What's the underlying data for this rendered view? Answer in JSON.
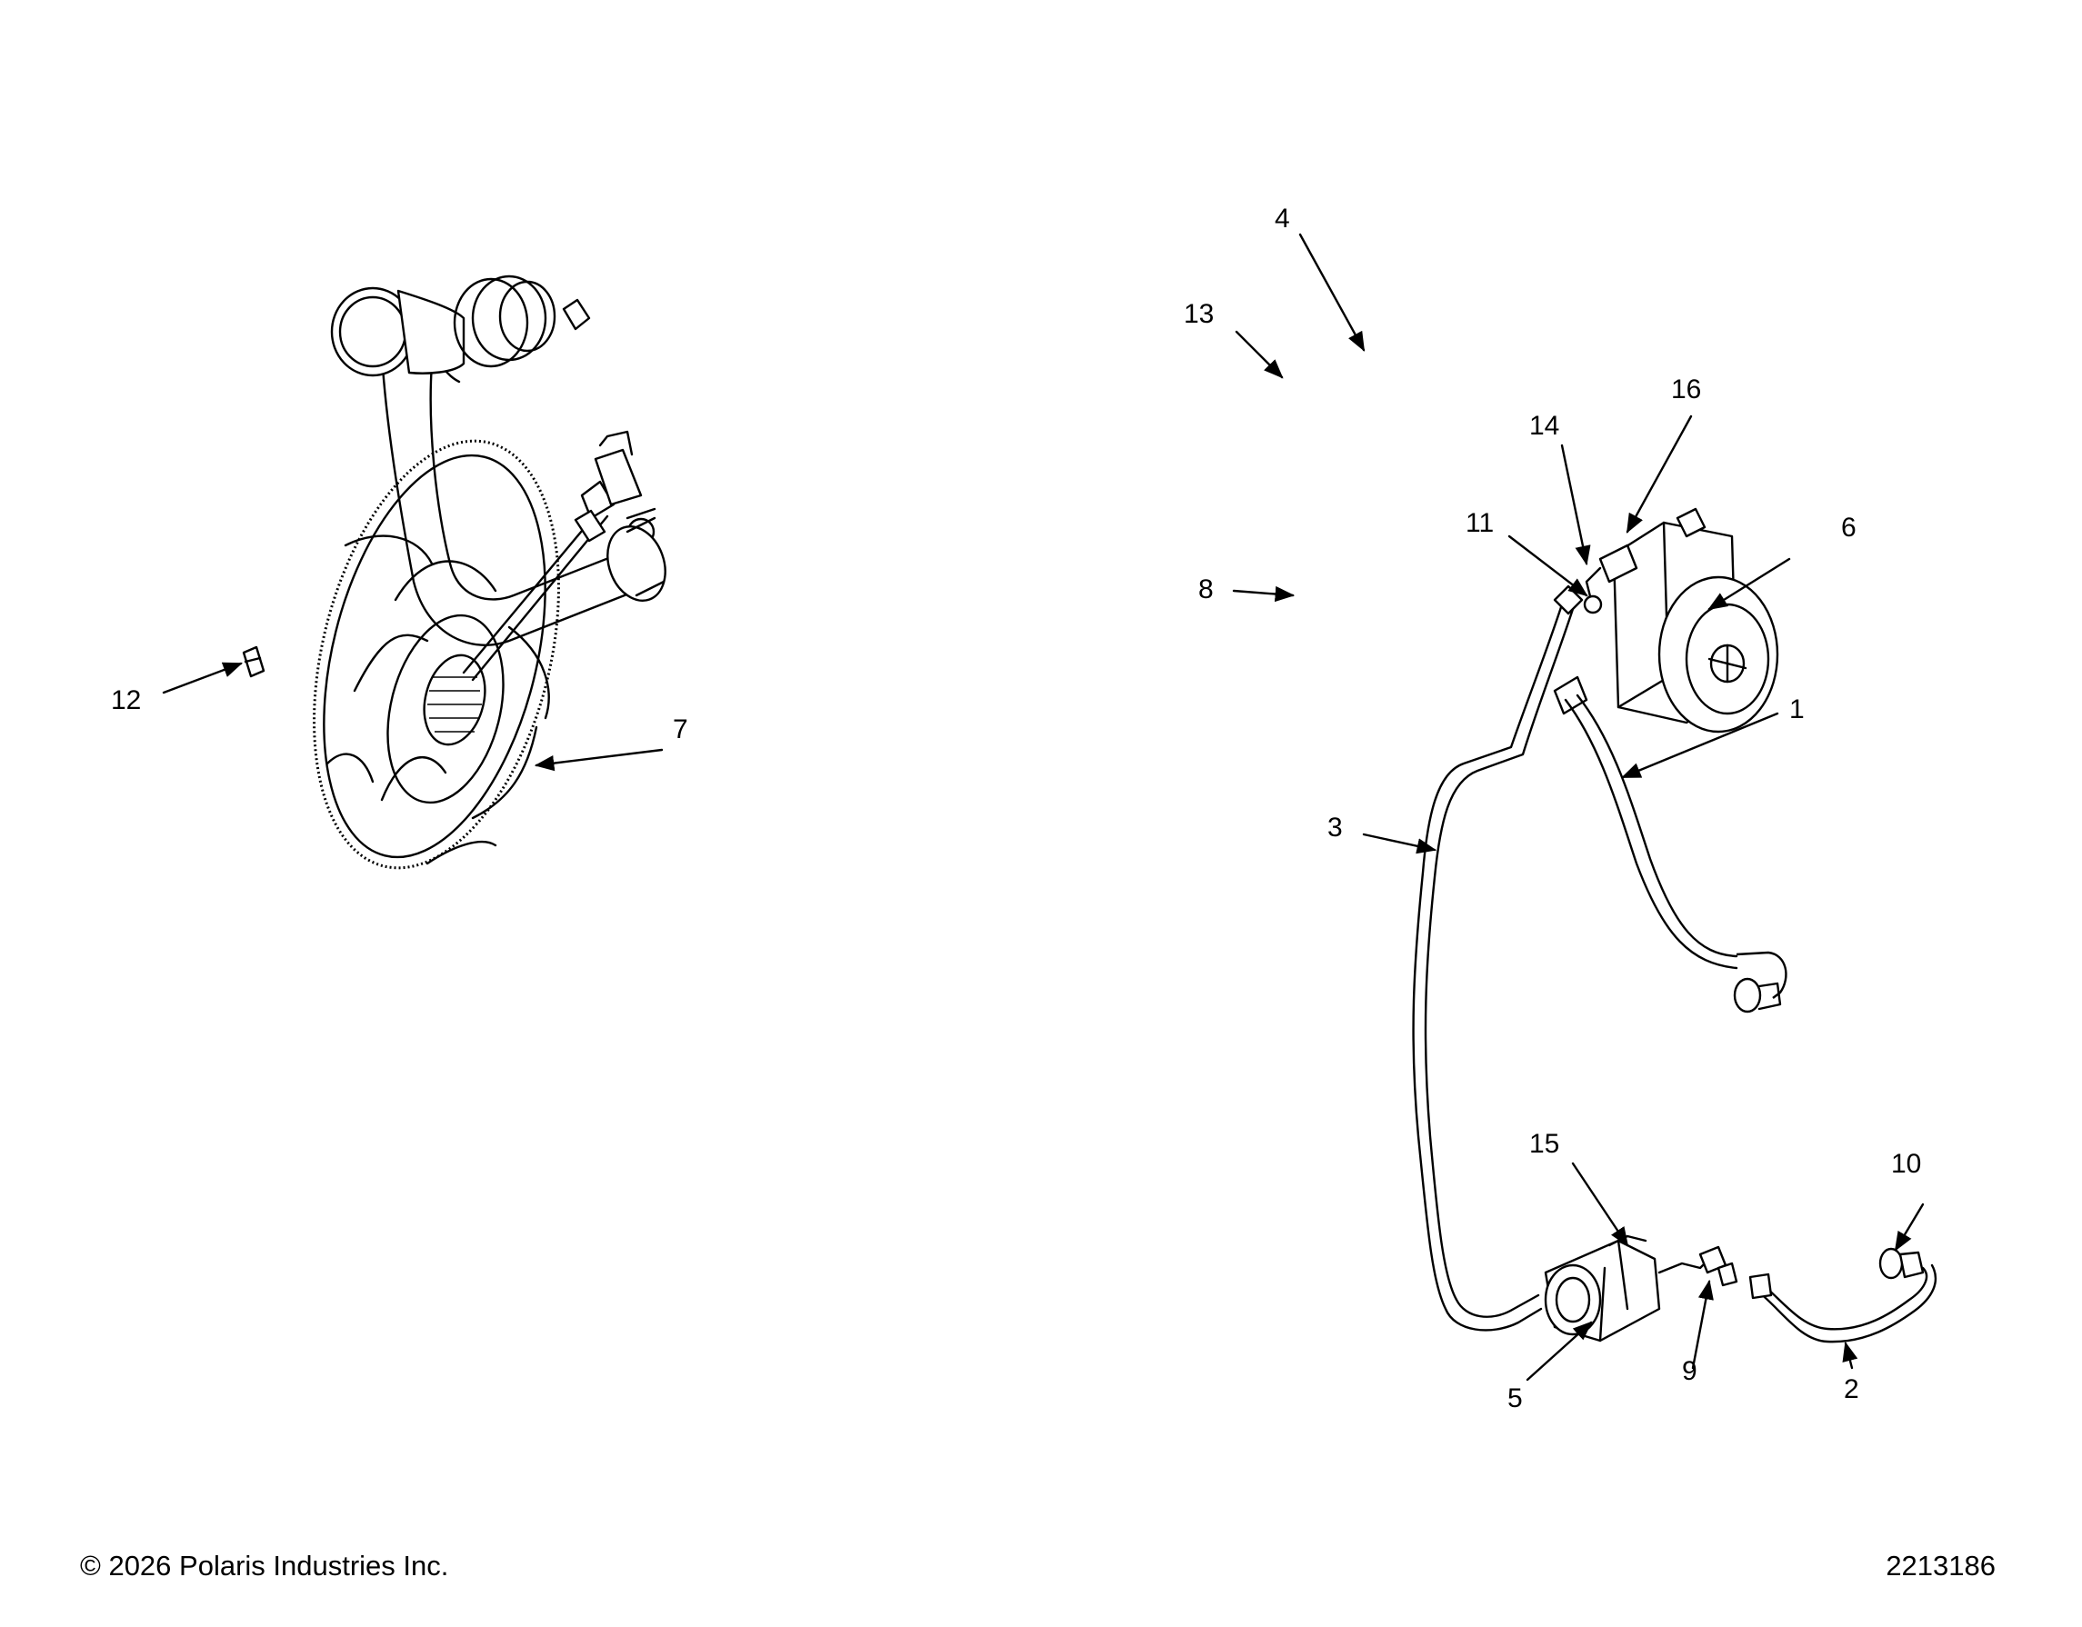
{
  "callouts": [
    {
      "id": "1",
      "label": "1"
    },
    {
      "id": "2",
      "label": "2"
    },
    {
      "id": "3",
      "label": "3"
    },
    {
      "id": "4",
      "label": "4"
    },
    {
      "id": "5",
      "label": "5"
    },
    {
      "id": "6",
      "label": "6"
    },
    {
      "id": "7",
      "label": "7"
    },
    {
      "id": "8",
      "label": "8"
    },
    {
      "id": "9",
      "label": "9"
    },
    {
      "id": "10",
      "label": "10"
    },
    {
      "id": "11",
      "label": "11"
    },
    {
      "id": "12",
      "label": "12"
    },
    {
      "id": "13",
      "label": "13"
    },
    {
      "id": "14",
      "label": "14"
    },
    {
      "id": "15",
      "label": "15"
    },
    {
      "id": "16",
      "label": "16"
    }
  ],
  "footer": {
    "copyright": "© 2026 Polaris Industries Inc.",
    "diagram_number": "2213186"
  }
}
